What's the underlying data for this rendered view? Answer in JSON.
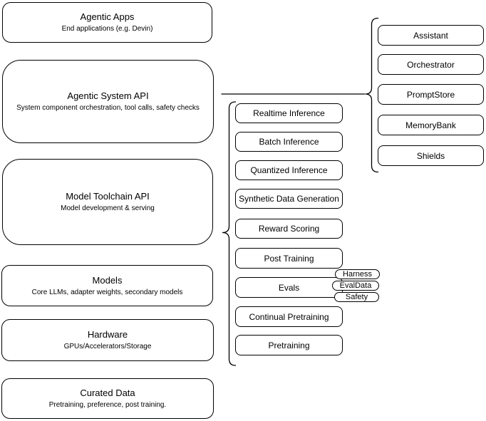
{
  "layers": [
    {
      "title": "Agentic Apps",
      "subtitle": "End applications (e.g. Devin)"
    },
    {
      "title": "Agentic System API",
      "subtitle": "System component orchestration, tool calls, safety checks"
    },
    {
      "title": "Model Toolchain API",
      "subtitle": "Model development & serving"
    },
    {
      "title": "Models",
      "subtitle": "Core LLMs, adapter weights, secondary models"
    },
    {
      "title": "Hardware",
      "subtitle": "GPUs/Accelerators/Storage"
    },
    {
      "title": "Curated Data",
      "subtitle": "Pretraining, preference, post training."
    }
  ],
  "toolchain": {
    "items": [
      "Realtime Inference",
      "Batch Inference",
      "Quantized Inference",
      "Synthetic Data Generation",
      "Reward Scoring",
      "Post Training",
      "Evals",
      "Continual Pretraining",
      "Pretraining"
    ]
  },
  "evals_tags": [
    "Harness",
    "EvalData",
    "Safety"
  ],
  "system_components": [
    "Assistant",
    "Orchestrator",
    "PromptStore",
    "MemoryBank",
    "Shields"
  ],
  "colors": {
    "stroke": "#000000",
    "background": "#ffffff",
    "text": "#000000"
  }
}
